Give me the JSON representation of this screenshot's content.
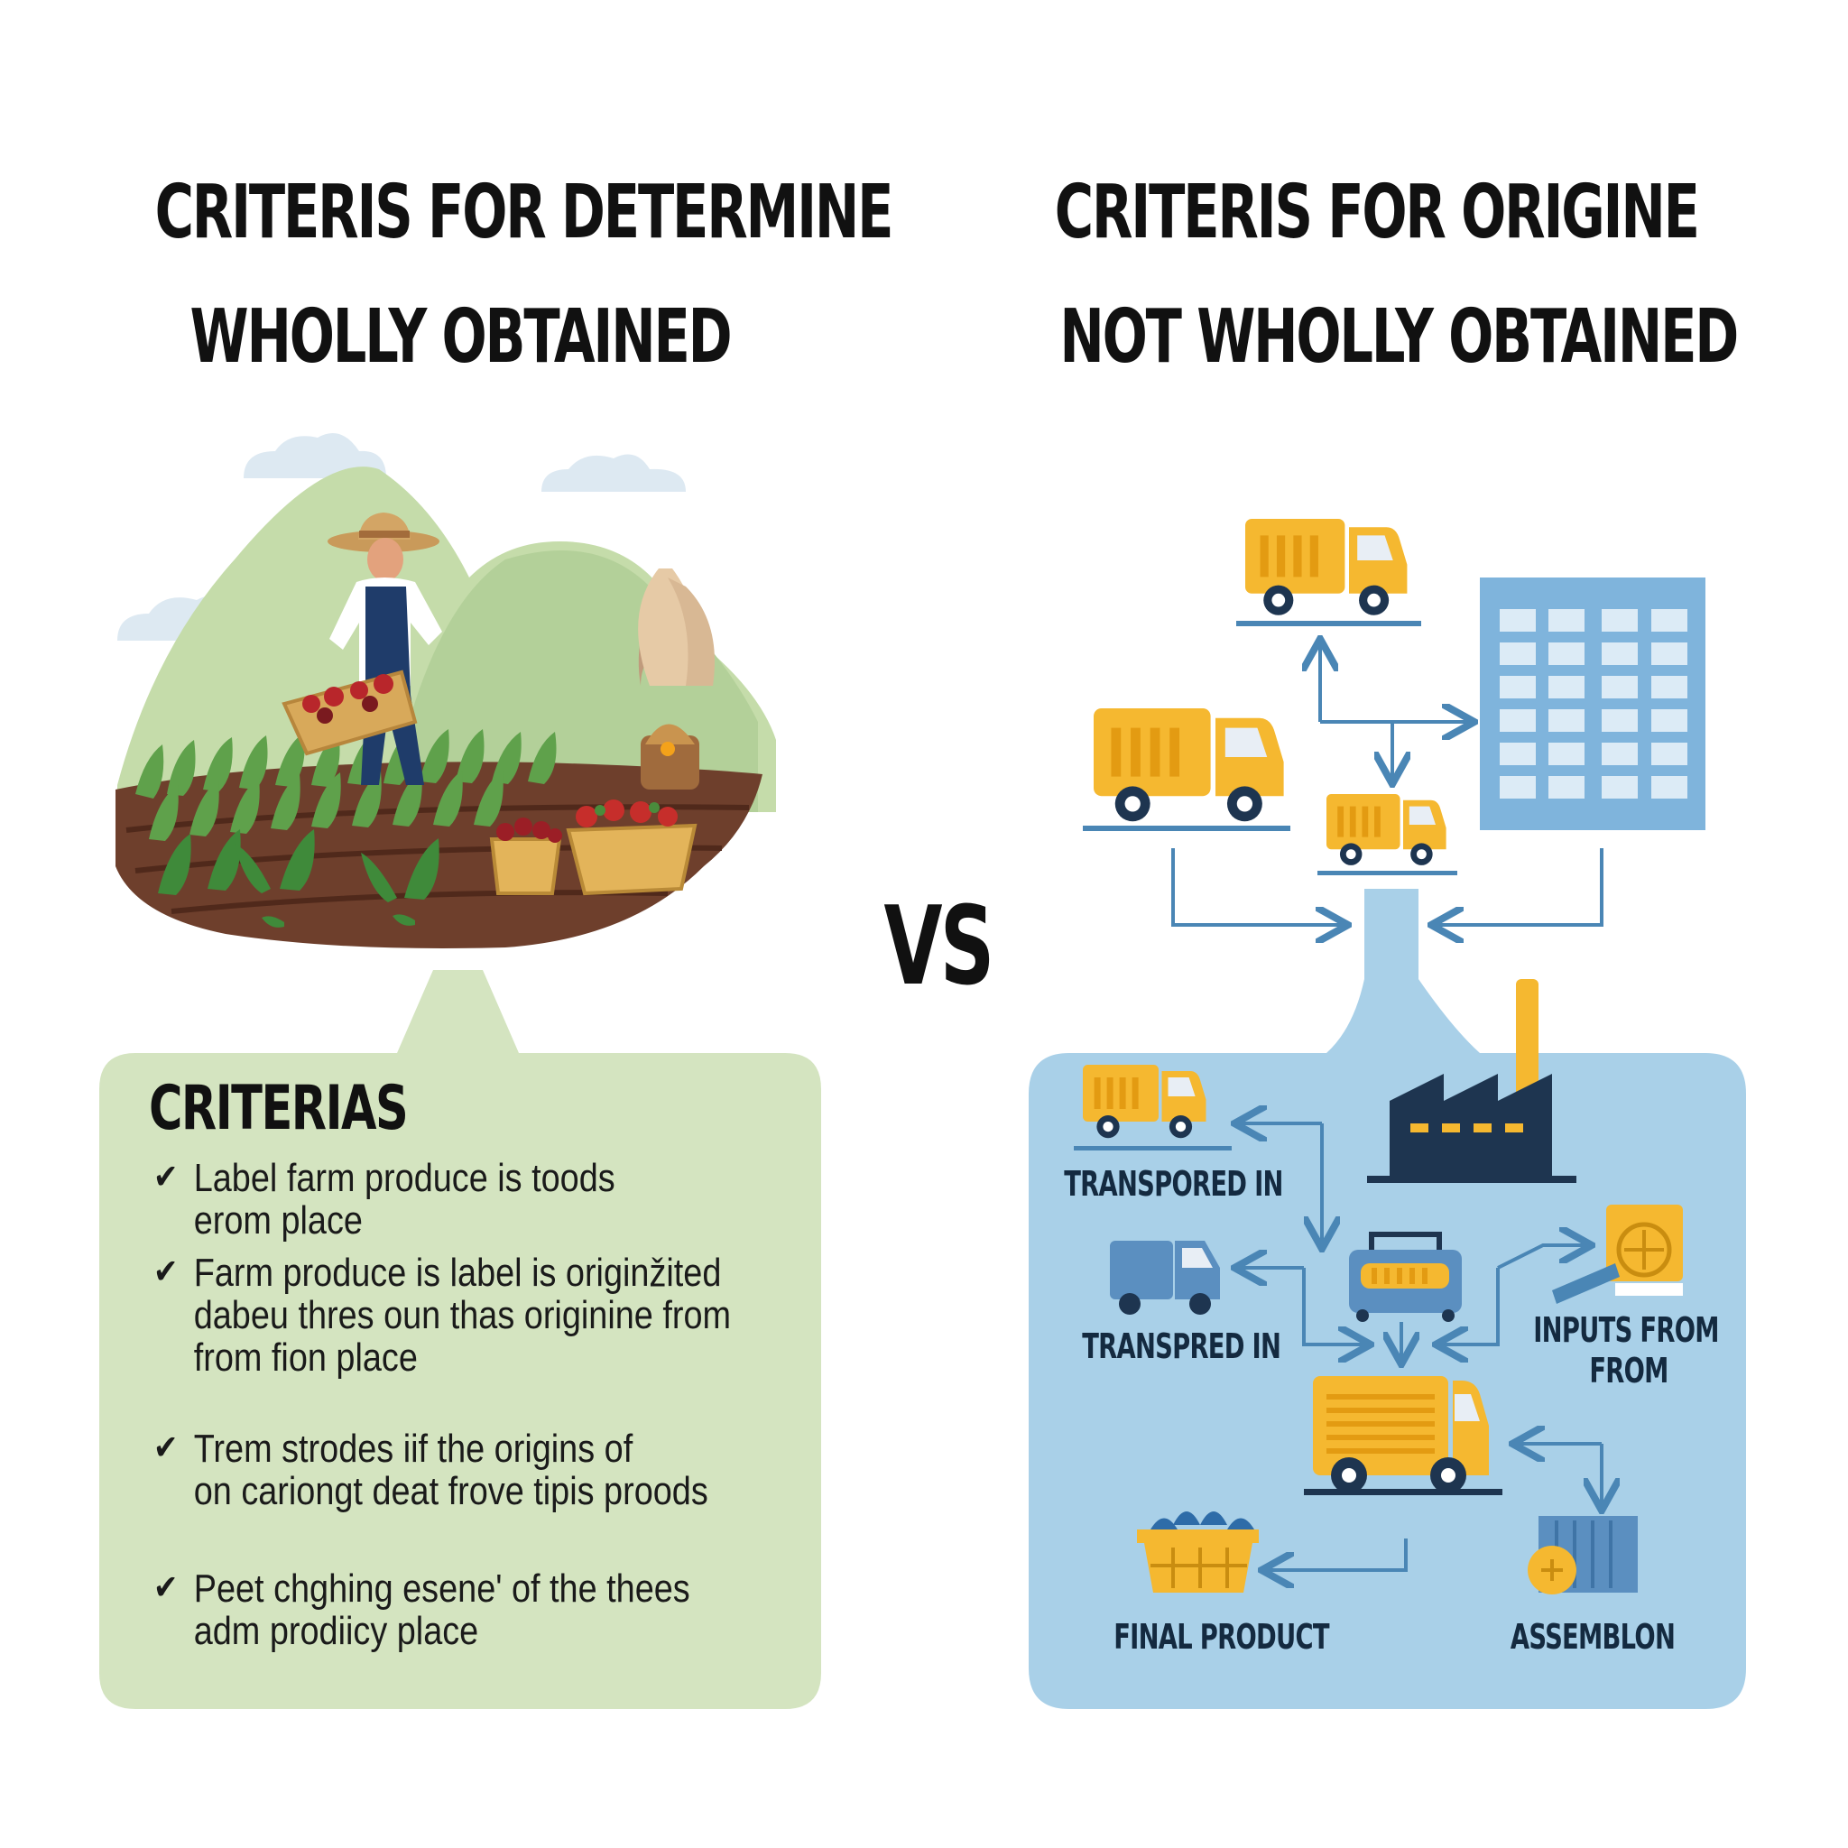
{
  "left": {
    "title_line1": "CRITERIS FOR DETERMINE",
    "title_line2": "WHOLLY OBTAINED",
    "criteria_heading": "CRITERIAS",
    "criteria_items": [
      [
        "Label farm produce is toods",
        "erom place"
      ],
      [
        "Farm produce is label is originžited",
        "dabeu thres oun thas originine from",
        "from fion place"
      ],
      [
        "Trem strodes iif the origins of",
        "on cariongt deat frove tipis proods"
      ],
      [
        "Peet chghing esene' of the thees",
        "adm prodiicy place"
      ]
    ]
  },
  "vs_label": "VS",
  "right": {
    "title_line1": "CRITERIS FOR ORIGINE",
    "title_line2": "NOT WHOLLY OBTAINED",
    "labels": {
      "transported_in_1": "TRANSPORED IN",
      "transported_in_2": "TRANSPRED IN",
      "inputs_from_1": "INPUTS FROM",
      "inputs_from_2": "FROM",
      "final_product": "FINAL PRODUCT",
      "assembly": "ASSEMBLON"
    }
  },
  "colors": {
    "green_panel": "#d4e4c0",
    "blue_panel": "#a9d0e8",
    "truck_yellow": "#f5b830",
    "arrow_blue": "#4a86b5",
    "building_blue": "#7fb4dc",
    "soil": "#6e3f2c"
  },
  "icons": [
    "farmer-icon",
    "cloud-icon",
    "basket-icon",
    "sack-icon",
    "truck-icon",
    "building-icon",
    "factory-icon",
    "container-icon",
    "machine-icon"
  ]
}
